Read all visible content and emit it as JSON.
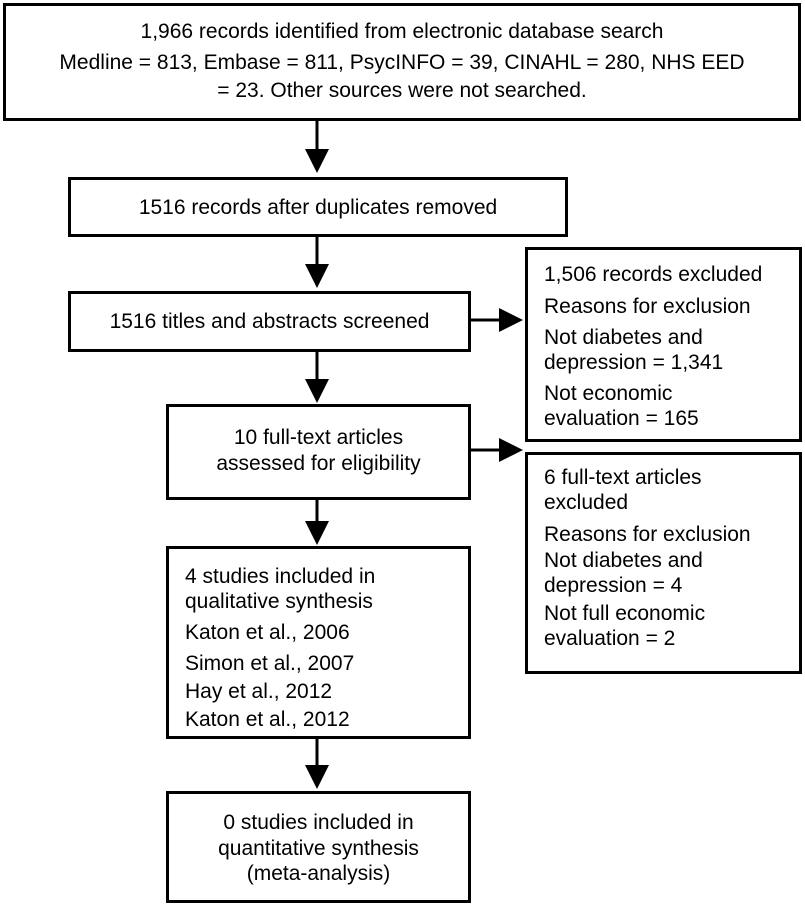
{
  "boxes": {
    "identified": {
      "lines": [
        "1,966 records identified from electronic database search",
        "Medline = 813, Embase = 811, PsycINFO = 39, CINAHL = 280, NHS EED",
        "= 23. Other sources were not searched."
      ]
    },
    "duplicates": {
      "lines": [
        "1516 records after duplicates removed"
      ]
    },
    "screened": {
      "lines": [
        "1516 titles and abstracts screened"
      ]
    },
    "excluded_records": {
      "lines": [
        "1,506 records excluded",
        "Reasons for exclusion",
        "Not diabetes and",
        "depression = 1,341",
        "Not economic",
        "evaluation = 165"
      ]
    },
    "fulltext": {
      "lines": [
        "10 full-text articles",
        "assessed for eligibility"
      ]
    },
    "excluded_fulltext": {
      "lines": [
        "6 full-text articles",
        "excluded",
        "Reasons for exclusion",
        "Not diabetes and",
        "depression = 4",
        "Not full economic",
        "evaluation = 2"
      ]
    },
    "qualitative": {
      "lines": [
        "4 studies included in",
        "qualitative synthesis",
        "Katon et al., 2006",
        "Simon et al., 2007",
        "Hay et al., 2012",
        "Katon et al., 2012"
      ]
    },
    "quantitative": {
      "lines": [
        "0 studies included in",
        "quantitative synthesis",
        "(meta-analysis)"
      ]
    }
  }
}
